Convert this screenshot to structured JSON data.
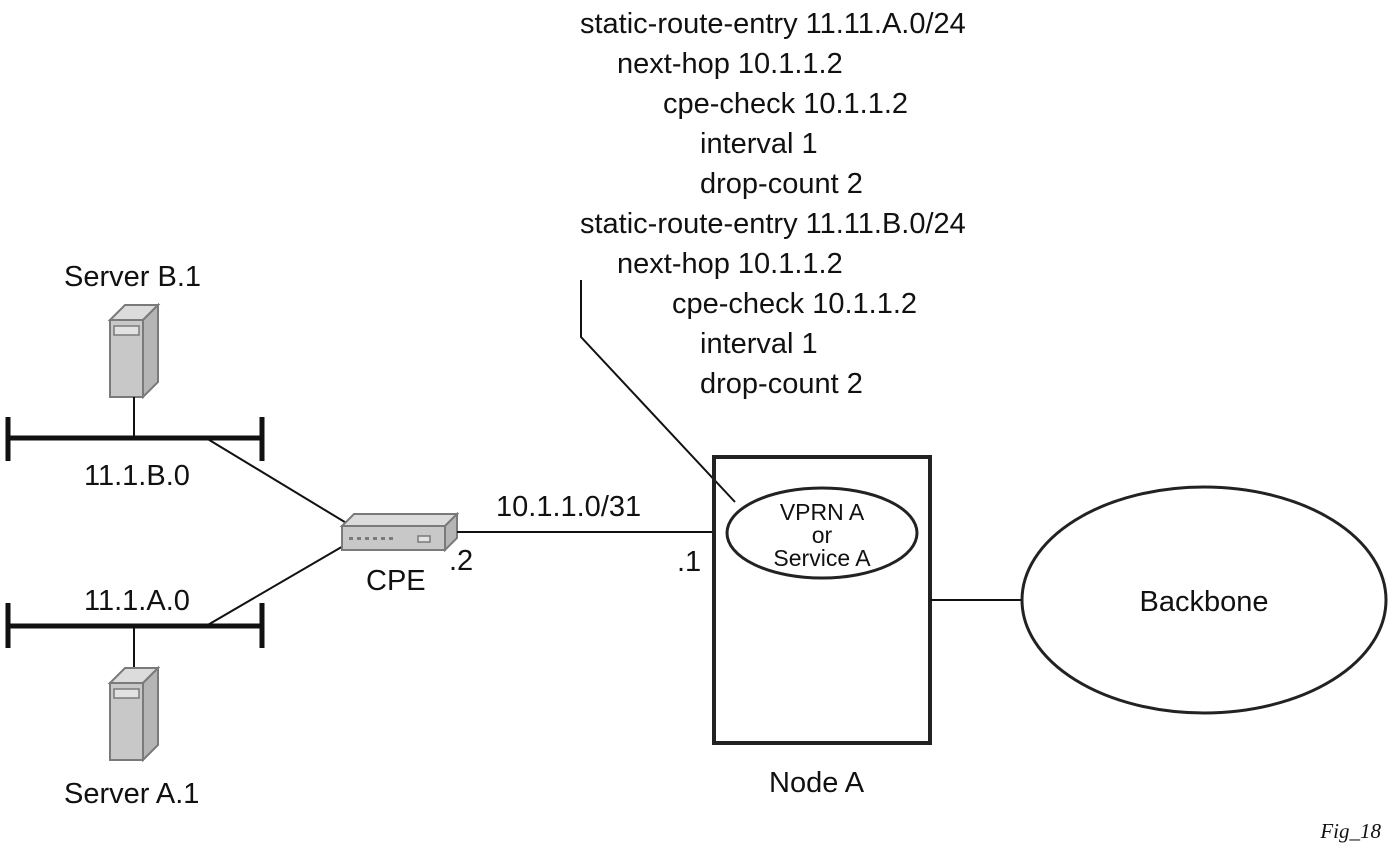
{
  "config_block": {
    "lines": [
      "static-route-entry 11.11.A.0/24",
      "next-hop 10.1.1.2",
      "cpe-check 10.1.1.2",
      "interval 1",
      "drop-count 2",
      "static-route-entry 11.11.B.0/24",
      "next-hop 10.1.1.2",
      "cpe-check 10.1.1.2",
      "interval 1",
      "drop-count 2"
    ]
  },
  "servers": {
    "b": {
      "label": "Server B.1",
      "icon": "server-icon"
    },
    "a": {
      "label": "Server A.1",
      "icon": "server-icon"
    }
  },
  "subnets": {
    "b": "11.1.B.0",
    "a": "11.1.A.0"
  },
  "cpe": {
    "label": "CPE",
    "icon": "router-icon",
    "interface_suffix": ".2"
  },
  "link": {
    "subnet": "10.1.1.0/31"
  },
  "node": {
    "label": "Node A",
    "interface_suffix": ".1",
    "service": {
      "line1": "VPRN A",
      "line2": "or",
      "line3": "Service A"
    }
  },
  "backbone": {
    "label": "Backbone"
  },
  "figure_label": "Fig_18",
  "colors": {
    "ink": "#111111",
    "device_fill": "#c8c8c8",
    "device_stroke": "#7a7a7a"
  }
}
